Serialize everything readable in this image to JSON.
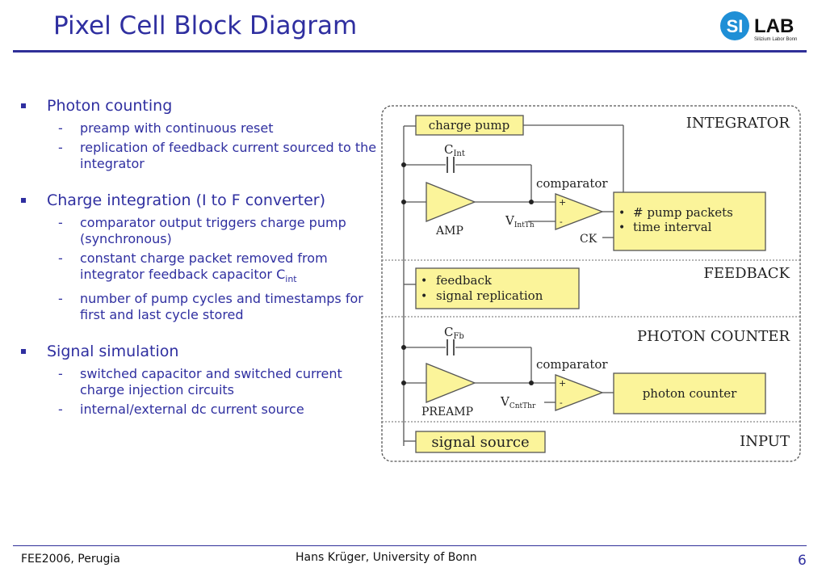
{
  "slide": {
    "title": "Pixel Cell Block Diagram",
    "logo": {
      "si": "SI",
      "lab": "LAB",
      "tagline": "Silizium Labor Bonn"
    },
    "bullets": [
      {
        "text": "Photon counting",
        "subs": [
          {
            "text": "preamp with continuous reset"
          },
          {
            "text": "replication of feedback current sourced to the integrator"
          }
        ]
      },
      {
        "text": "Charge integration (I to F converter)",
        "subs": [
          {
            "text": "comparator output triggers charge pump (synchronous)"
          },
          {
            "text": "constant charge packet removed from integrator feedback capacitor C",
            "sub": "int"
          },
          {
            "text": "number of pump cycles and timestamps for first and last cycle stored"
          }
        ]
      },
      {
        "text": "Signal simulation",
        "subs": [
          {
            "text": "switched capacitor and switched current charge injection circuits"
          },
          {
            "text": "internal/external dc current source"
          }
        ]
      }
    ],
    "footer": {
      "left": "FEE2006, Perugia",
      "center": "Hans Krüger, University of Bonn",
      "page": "6"
    }
  },
  "diagram": {
    "sections": {
      "integrator": "INTEGRATOR",
      "feedback": "FEEDBACK",
      "photon_counter": "PHOTON COUNTER",
      "input": "INPUT"
    },
    "charge_pump": "charge pump",
    "c_int": {
      "main": "C",
      "sub": "Int"
    },
    "c_fb": {
      "main": "C",
      "sub": "Fb"
    },
    "comparator_top": "comparator",
    "comparator_bottom": "comparator",
    "amp": "AMP",
    "preamp": "PREAMP",
    "v_intth": {
      "main": "V",
      "sub": "IntTh"
    },
    "v_cntthr": {
      "main": "V",
      "sub": "CntThr"
    },
    "ck": "CK",
    "plus": "+",
    "minus": "-",
    "bullet_glyph": "•",
    "output_box": [
      "# pump packets",
      "time interval"
    ],
    "feedback_box": [
      "feedback",
      "signal replication"
    ],
    "photon_counter": "photon counter",
    "signal_source": "signal source",
    "colors": {
      "box_fill": "#fbf49a",
      "line": "#555555",
      "title": "#2f2fa0",
      "logo_blue": "#1f8fd6"
    }
  }
}
